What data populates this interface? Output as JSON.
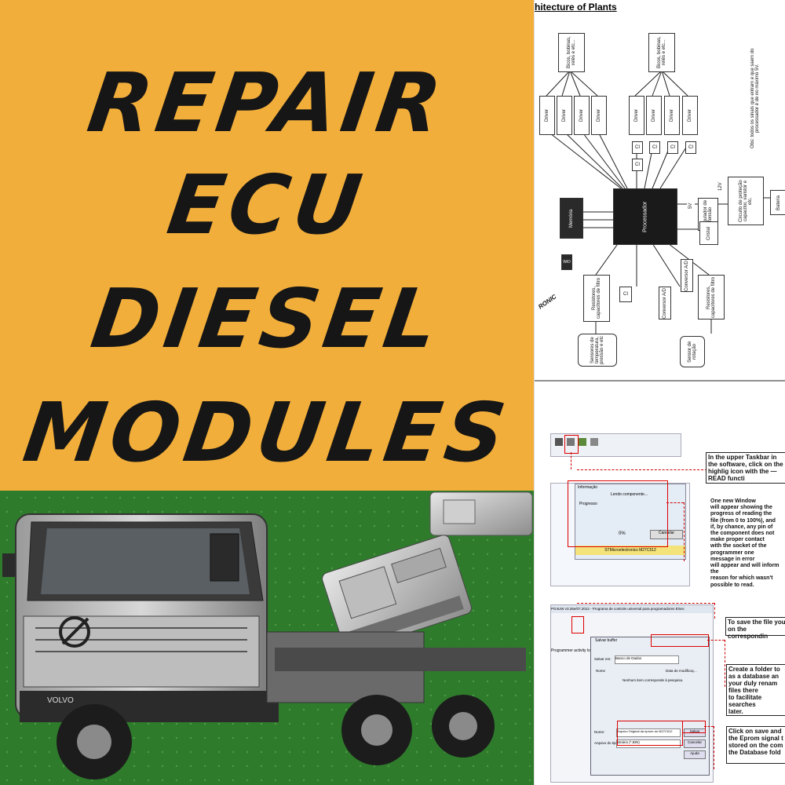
{
  "title": {
    "line1": "REPAIR",
    "line2": "ECU",
    "line3": "DIESEL",
    "line4": "MODULES"
  },
  "truck": {
    "grille_badge": "VOLVO"
  },
  "diagram": {
    "section_title": "hitecture of Plants",
    "outputs_label": "Bicos, bobinas, relés e etc...",
    "driver_label": "Driver",
    "ci_label": "CI",
    "processor_label": "Processador",
    "memory_label": "Memória",
    "crystal_label": "Cristal",
    "regulator_label": "Regulador de tensão",
    "protection_label": "Circuito de proteção capacitor, varistor e etc.",
    "battery_label": "Bateria",
    "v5_label": "5V",
    "v12_label": "12V",
    "note_label": "Obs: todos os sinais que entram e que saem do processador é de no máximo 5V.",
    "resistors_label": "Resistores, capacitores de filtro",
    "converter_label": "Conversor A/D",
    "sensors_label": "Sensores de temperatura, pressão e etc",
    "rotation_sensor_label": "Sensor de rotação",
    "brand_fragment": "RONIC",
    "ic_label": "IMO"
  },
  "steps": {
    "read_note": "In the upper Taskbar in the software, click on the highlig icon with the —READ functi",
    "window_note_lines": [
      "One new Window",
      "will appear showing the",
      "progress of reading the",
      "file (from 0 to 100%), and",
      "if, by chance, any pin of",
      "the component does not",
      "make proper contact",
      "with the socket of the",
      "programmer one",
      "message in error",
      "will appear and will inform the",
      "reason for which wasn't",
      "possible to read."
    ],
    "save_note": "To save the file you on the correspondin",
    "folder_note_lines": [
      "Create a folder to",
      "as a database an",
      "your duly renam",
      "files there",
      "to facilitate searches",
      "later."
    ],
    "click_save_lines": [
      "Click on save and",
      "the Eprom signal t",
      "stored on the com",
      "the Database fold"
    ]
  },
  "screens": {
    "dialog_title": "Informação",
    "dialog_reading": "Lendo componente...",
    "progress_label": "Progresso",
    "percent": "0%",
    "cancel_label": "Cancelar",
    "chip_label": "STMicroelectronics M27C512",
    "save_dialog_title": "Salvar buffer",
    "save_in_label": "Salvar em:",
    "folder_value": "Banco de Dados",
    "name_col": "Nome",
    "date_col": "Data de modificaç...",
    "no_items": "Nenhum item corresponde à pesquisa.",
    "file_name_label": "Nome:",
    "file_name_value": "Arquivo Original da eprom do M27C512",
    "type_label": "Arquivo do tipo:",
    "type_value": "Binário (*.BIN)",
    "save_btn": "Salvar",
    "cancel_btn": "Cancelar",
    "help_btn": "Ajuda",
    "toolbar_app": "PG4UW v3.26e/07.2012 - Programa de controle universal para programadores Elnec",
    "activity_log": "Programmer activity log"
  }
}
